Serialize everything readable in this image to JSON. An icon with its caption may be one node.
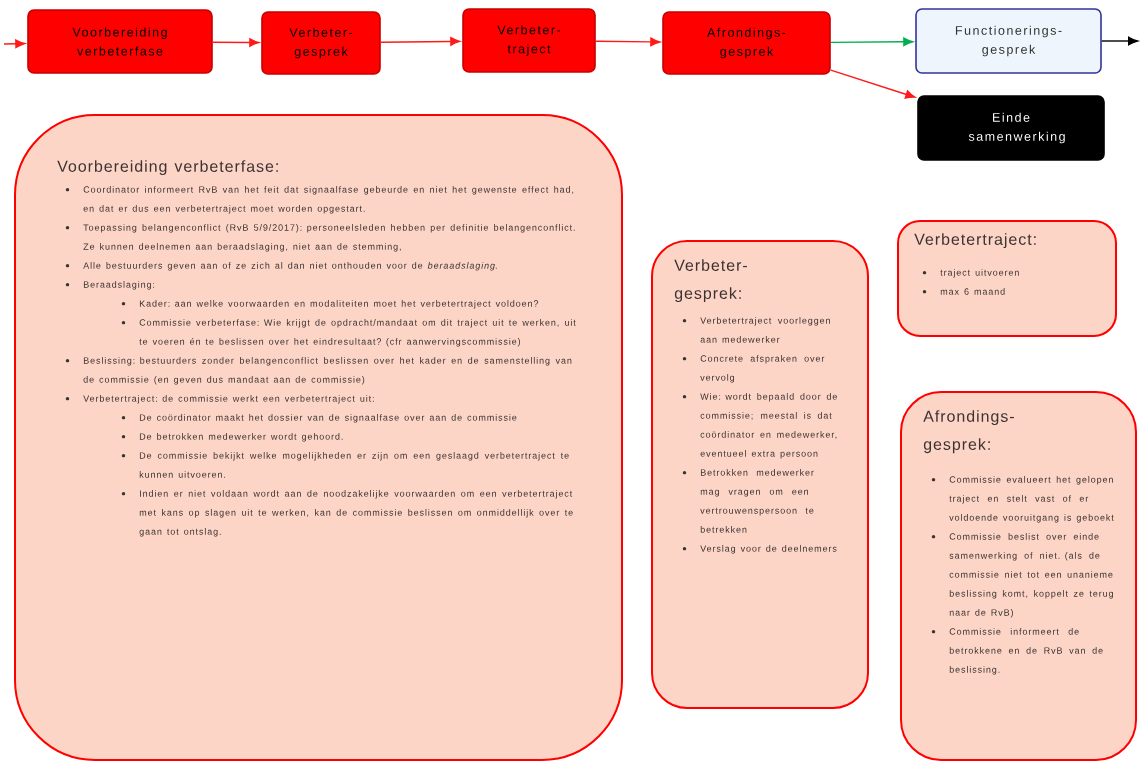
{
  "diagram": {
    "nodes": [
      {
        "text": [
          "Voorbereiding verbeterfase"
        ]
      },
      {
        "text": [
          "Verbeter- gesprek"
        ]
      },
      {
        "text": [
          "Verbeter- traject"
        ]
      },
      {
        "text": [
          "Afrondings- gesprek"
        ]
      },
      {
        "text": [
          "Functionerings- gesprek"
        ]
      },
      {
        "text": [
          "Einde samenwerking"
        ]
      },
      {
        "text": [
          "Voorbereiding verbeterfase:",
          "Coordinator informeert RvB van het feit dat signaalfase gebeurde en niet het gewenste effect had, en dat er dus een verbetertraject moet worden opgestart.",
          "Toepassing belangenconflict (RvB 5/9/2017): personeelsleden hebben per definitie belangenconflict. Ze kunnen deelnemen aan beraadslaging, niet aan de stemming,",
          "Alle bestuurders geven aan of ze zich al dan niet onthouden voor de *beraadslaging*.",
          "Beraadslaging:",
          "Kader: aan welke voorwaarden en modaliteiten moet het verbetertraject voldoen?",
          "Commissie verbeterfase: Wie krijgt de opdracht/mandaat om dit traject uit te werken, uit te voeren én te beslissen over het eindresultaat? (cfr aanwervingscommissie)",
          "Beslissing: bestuurders zonder belangenconflict beslissen over het kader en de samenstelling van de commissie (en geven dus mandaat aan de commissie)",
          "Verbetertraject: de commissie werkt een verbetertraject uit:",
          "De coördinator maakt het dossier van de signaalfase over aan de commissie",
          "De betrokken medewerker wordt gehoord.",
          "De commissie bekijkt welke mogelijkheden er zijn om een geslaagd verbetertraject te kunnen uitvoeren.",
          "Indien er niet voldaan wordt aan de noodzakelijke voorwaarden om een verbetertraject met kans op slagen uit te werken, kan de commissie beslissen om onmiddellijk over te gaan tot ontslag."
        ]
      },
      {
        "text": [
          "Verbeter- gesprek:",
          "Verbetertraject voorleggen aan medewerker",
          "Concrete afspraken over vervolg",
          "Wie: wordt bepaald door de commissie; meestal is dat coördinator en medewerker, eventueel extra persoon",
          "Betrokken medewerker mag vragen om een vertrouwenspersoon te betrekken",
          "Verslag voor de deelnemers"
        ]
      },
      {
        "text": [
          "Verbetertraject:",
          "traject uitvoeren",
          "max 6 maand"
        ]
      },
      {
        "text": [
          "Afrondings- gesprek:",
          "Commissie evalueert het gelopen traject en stelt vast of er voldoende vooruitgang is geboekt",
          "Commissie beslist over einde samenwerking of niet. (als de commissie niet tot een unanieme beslissing komt, koppelt ze terug naar de RvB)",
          "Commissie informeert de betrokkene en de RvB van de beslissing."
        ]
      }
    ],
    "edges": [
      {
        "from": null,
        "to": 0,
        "arrow": "to"
      },
      {
        "from": 0,
        "to": 1,
        "arrow": "to"
      },
      {
        "from": 1,
        "to": 2,
        "arrow": "to"
      },
      {
        "from": 2,
        "to": 3,
        "arrow": "to"
      },
      {
        "from": 3,
        "to": 4,
        "arrow": "to",
        "color": "#00b050"
      },
      {
        "from": 3,
        "to": 5,
        "arrow": "to"
      },
      {
        "from": 4,
        "to": null,
        "arrow": "to",
        "color": "#000000"
      }
    ]
  }
}
